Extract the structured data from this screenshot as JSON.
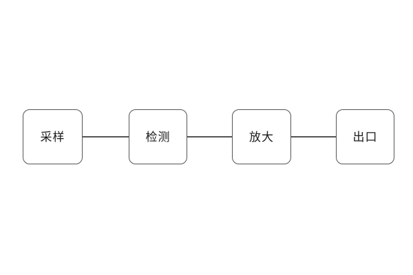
{
  "diagram": {
    "type": "flowchart",
    "direction": "left-to-right",
    "nodes": [
      {
        "id": "sampling",
        "label": "采样"
      },
      {
        "id": "detection",
        "label": "检测"
      },
      {
        "id": "amplification",
        "label": "放大"
      },
      {
        "id": "outlet",
        "label": "出口"
      }
    ],
    "connections": [
      {
        "from": "sampling",
        "to": "detection",
        "style": "plain-line"
      },
      {
        "from": "detection",
        "to": "amplification",
        "style": "plain-line"
      },
      {
        "from": "amplification",
        "to": "outlet",
        "style": "plain-line"
      }
    ],
    "colors": {
      "background": "#ffffff",
      "node_fill": "#ffffff",
      "node_border": "#545454",
      "connector": "#545454",
      "text": "#1a1a1a"
    }
  }
}
